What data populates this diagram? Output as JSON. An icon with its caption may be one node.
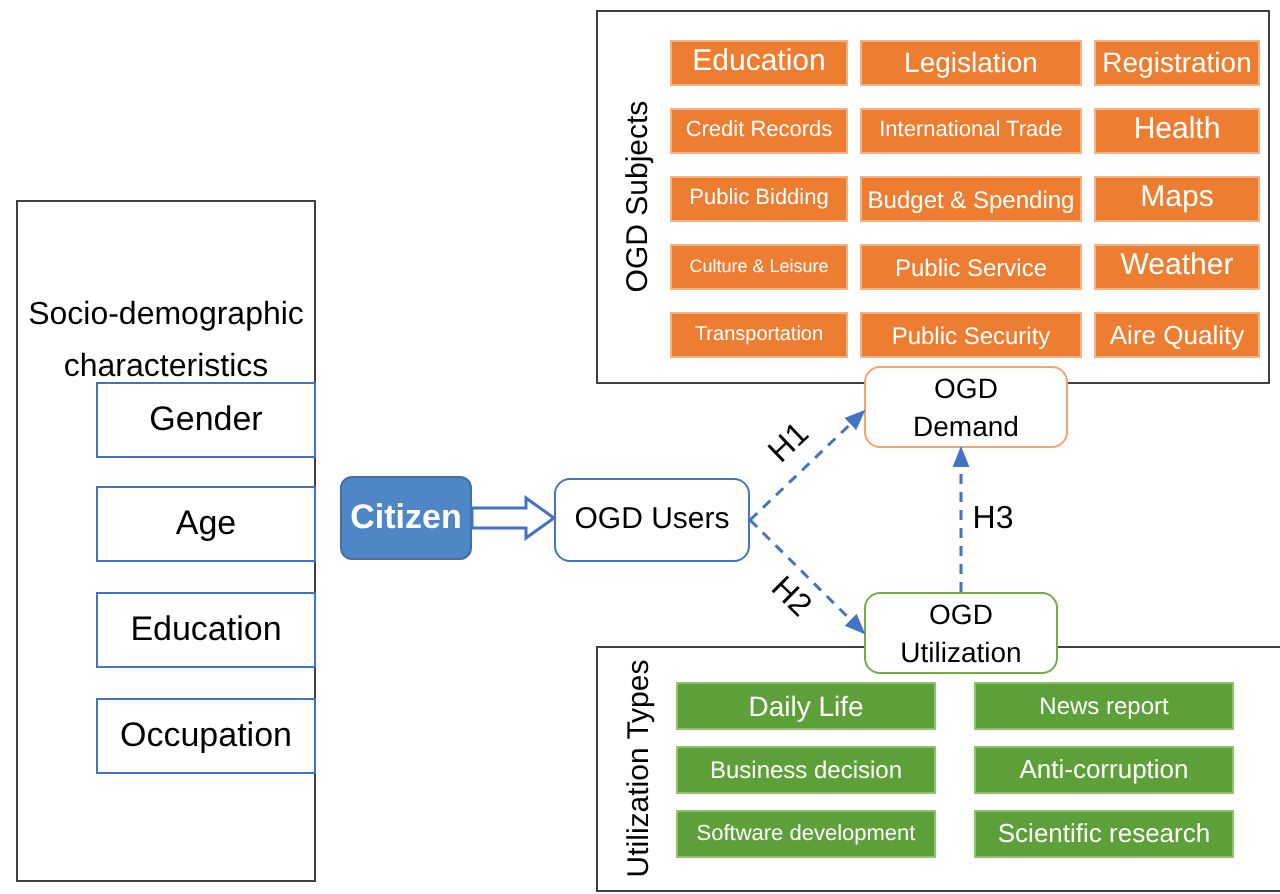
{
  "diagram": {
    "nodes": [
      {
        "text": [
          "Socio-demographic characteristics"
        ]
      },
      {
        "text": [
          "Gender"
        ],
        "in": 0
      },
      {
        "text": [
          "Age"
        ],
        "in": 0
      },
      {
        "text": [
          "Education"
        ],
        "in": 0
      },
      {
        "text": [
          "Occupation"
        ],
        "in": 0
      },
      {
        "text": [
          "Citizen"
        ]
      },
      {
        "text": [
          "OGD Users"
        ]
      },
      {
        "text": [
          "OGD Subjects"
        ]
      },
      {
        "text": [
          "Education"
        ],
        "in": 7
      },
      {
        "text": [
          "Legislation"
        ],
        "in": 7
      },
      {
        "text": [
          "Registration"
        ],
        "in": 7
      },
      {
        "text": [
          "Credit Records"
        ],
        "in": 7
      },
      {
        "text": [
          "International Trade"
        ],
        "in": 7
      },
      {
        "text": [
          "Health"
        ],
        "in": 7
      },
      {
        "text": [
          "Public Bidding"
        ],
        "in": 7
      },
      {
        "text": [
          "Budget & Spending"
        ],
        "in": 7
      },
      {
        "text": [
          "Maps"
        ],
        "in": 7
      },
      {
        "text": [
          "Culture & Leisure"
        ],
        "in": 7
      },
      {
        "text": [
          "Public Service"
        ],
        "in": 7
      },
      {
        "text": [
          "Weather"
        ],
        "in": 7
      },
      {
        "text": [
          "Transportation"
        ],
        "in": 7
      },
      {
        "text": [
          "Public Security"
        ],
        "in": 7
      },
      {
        "text": [
          "Aire Quality"
        ],
        "in": 7
      },
      {
        "text": [
          "OGD Demand"
        ]
      },
      {
        "text": [
          "OGD Utilization"
        ]
      },
      {
        "text": [
          "Utilization Types"
        ]
      },
      {
        "text": [
          "Daily Life"
        ],
        "in": 25
      },
      {
        "text": [
          "News report"
        ],
        "in": 25
      },
      {
        "text": [
          "Business decision"
        ],
        "in": 25
      },
      {
        "text": [
          "Anti-corruption"
        ],
        "in": 25
      },
      {
        "text": [
          "Software development"
        ],
        "in": 25
      },
      {
        "text": [
          "Scientific research"
        ],
        "in": 25
      }
    ],
    "edges": [
      {
        "from": 5,
        "to": 6,
        "arrow": "to",
        "style": "thick"
      },
      {
        "from": 6,
        "to": 23,
        "arrow": "to",
        "label": "H1",
        "style": "dashed"
      },
      {
        "from": 6,
        "to": 24,
        "arrow": "to",
        "label": "H2",
        "style": "dashed"
      },
      {
        "from": 24,
        "to": 23,
        "arrow": "to",
        "label": "H3",
        "style": "dashed"
      }
    ]
  }
}
